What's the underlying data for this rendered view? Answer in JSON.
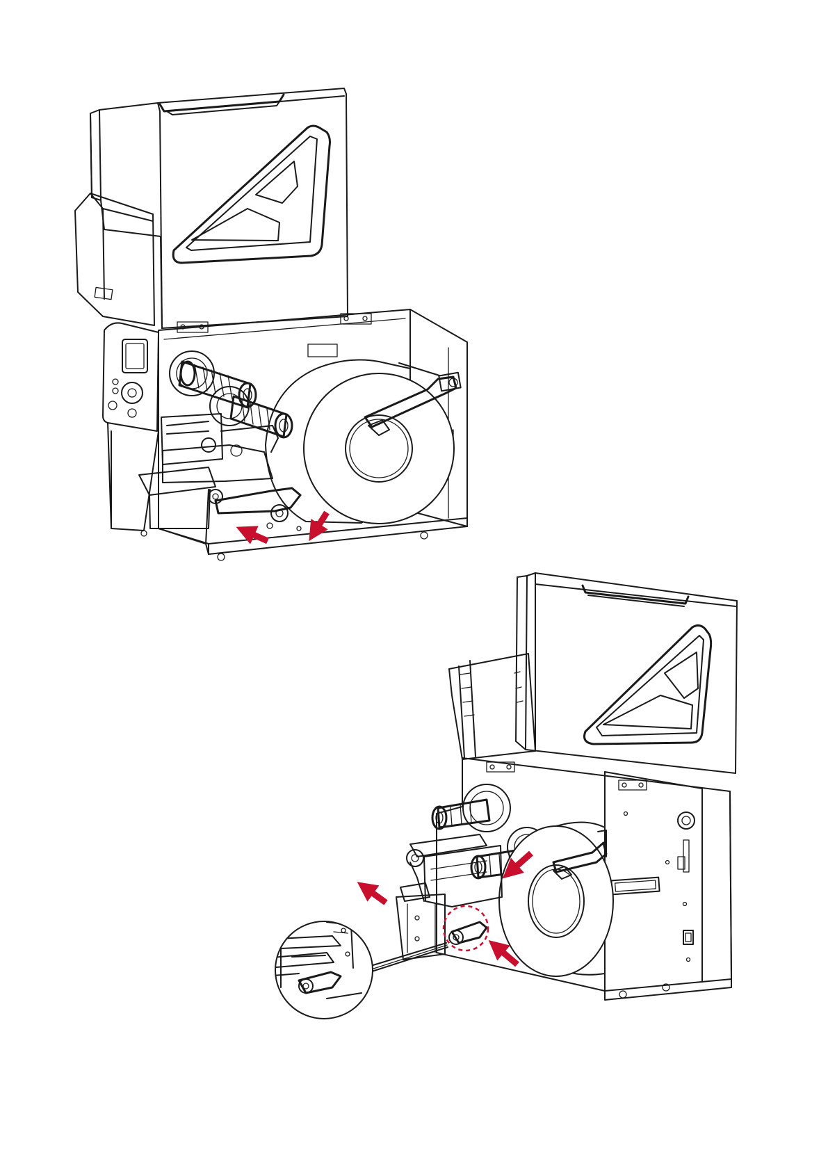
{
  "colors": {
    "line": "#1a1a1a",
    "arrow": "#c8102e",
    "background": "#ffffff"
  },
  "figures": [
    {
      "name": "printer-open-cover-top",
      "arrows": 2
    },
    {
      "name": "printer-open-cover-bottom",
      "arrows": 3,
      "callout": "magnified-detail"
    }
  ]
}
